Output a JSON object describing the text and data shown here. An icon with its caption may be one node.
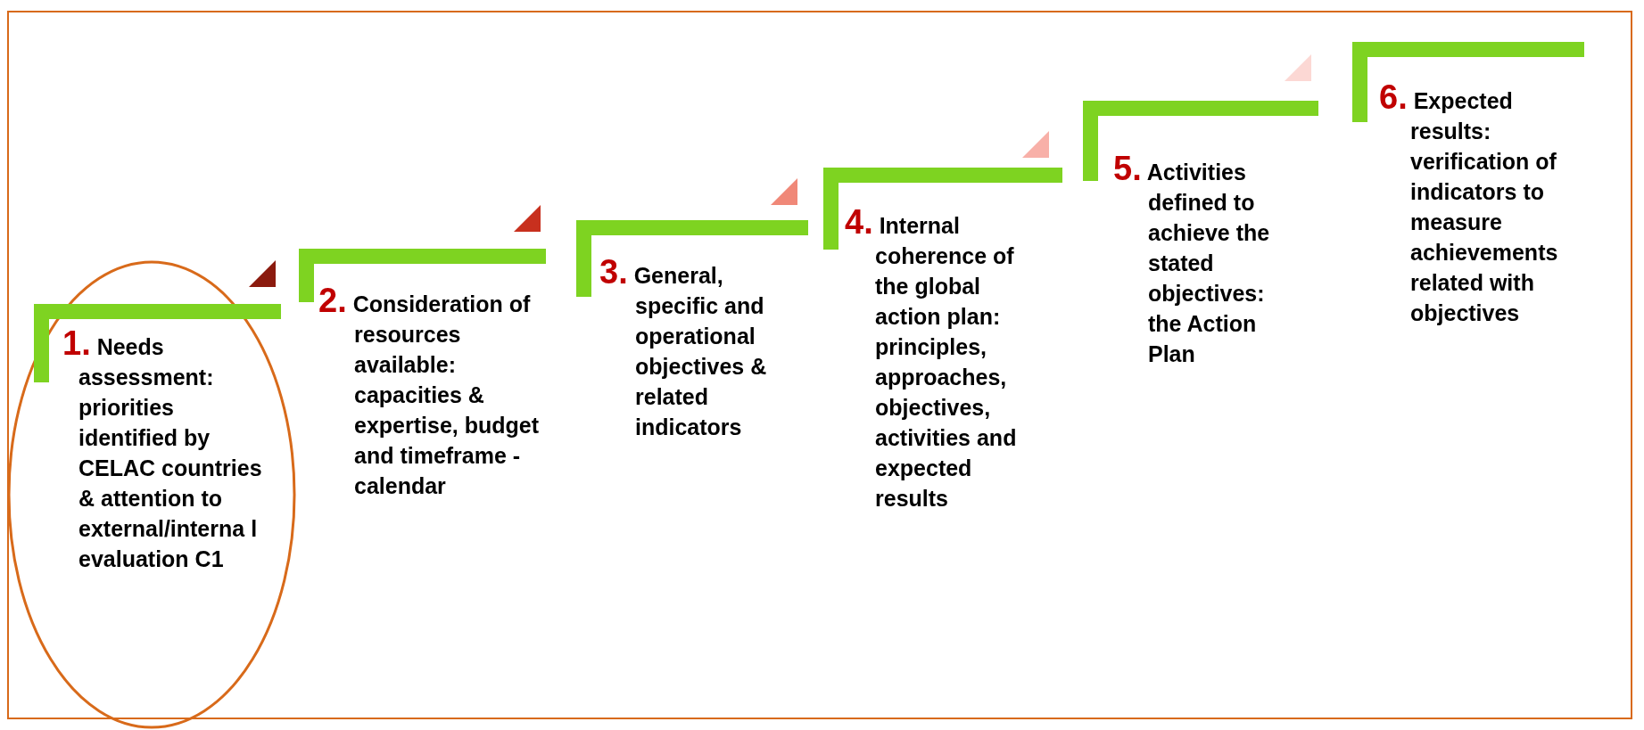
{
  "diagram": {
    "nodes": [
      {
        "text": [
          "1.",
          "Needs assessment: priorities identified by CELAC countries & attention to external/interna l evaluation C1"
        ]
      },
      {
        "text": [
          "2.",
          "Consideration of resources available: capacities & expertise, budget and timeframe - calendar"
        ]
      },
      {
        "text": [
          "3.",
          "General, specific and operational objectives & related indicators"
        ]
      },
      {
        "text": [
          "4.",
          "Internal coherence of the global action plan: principles, approaches, objectives, activities and expected results"
        ]
      },
      {
        "text": [
          "5.",
          "Activities defined to achieve the stated objectives: the Action Plan"
        ]
      },
      {
        "text": [
          "6.",
          "Expected results: verification of indicators to measure achievements related with objectives"
        ]
      }
    ]
  }
}
